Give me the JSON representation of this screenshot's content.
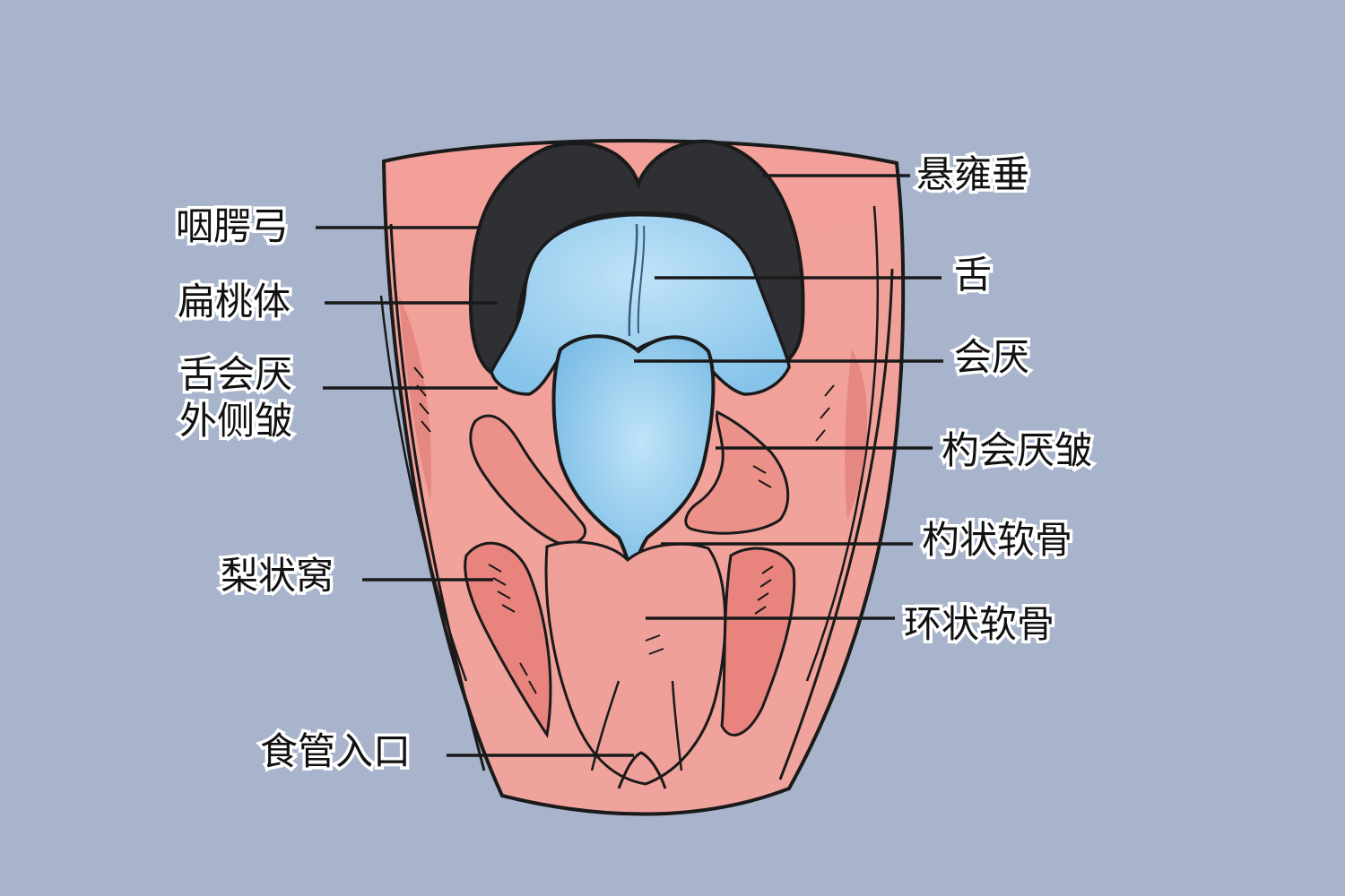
{
  "labels": {
    "palatopharyngeal_arch": "咽腭弓",
    "tonsil": "扁桃体",
    "lateral_glossoepiglottic_fold": "舌会厌\n外侧皱",
    "piriform_recess": "梨状窝",
    "esophagus_entrance": "食管入口",
    "uvula": "悬雍垂",
    "tongue": "舌",
    "epiglottis": "会厌",
    "aryepiglottic_fold": "杓会厌皱",
    "arytenoid_cartilage": "杓状软骨",
    "cricoid_cartilage": "环状软骨"
  },
  "colors": {
    "background": "#a7b4cb",
    "tissue": "#f2a39d",
    "tissue_dark": "#e48880",
    "tongue_blue": "#9ed0ee",
    "palate_dark": "#2f3034",
    "outline": "#1a1a1a"
  }
}
